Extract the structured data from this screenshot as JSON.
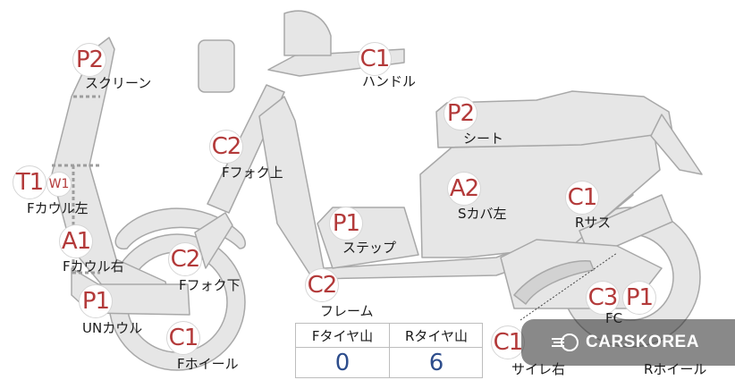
{
  "parts": [
    {
      "id": "screen",
      "grade": "P2",
      "label": "スクリーン"
    },
    {
      "id": "handle",
      "grade": "C1",
      "label": "ハンドル"
    },
    {
      "id": "seat",
      "grade": "P2",
      "label": "シート"
    },
    {
      "id": "fork-upper",
      "grade": "C2",
      "label": "Fフォク上"
    },
    {
      "id": "cowl-left",
      "grade": "T1",
      "label": "Fカウル左",
      "extra": "W1"
    },
    {
      "id": "side-cover-left",
      "grade": "A2",
      "label": "Sカバ左"
    },
    {
      "id": "rear-suspension",
      "grade": "C1",
      "label": "Rサス"
    },
    {
      "id": "cowl-right",
      "grade": "A1",
      "label": "Fカウル右"
    },
    {
      "id": "step",
      "grade": "P1",
      "label": "ステップ"
    },
    {
      "id": "fork-lower",
      "grade": "C2",
      "label": "Fフォク下"
    },
    {
      "id": "frame",
      "grade": "C2",
      "label": "フレーム"
    },
    {
      "id": "under-cowl",
      "grade": "P1",
      "label": "UNカウル"
    },
    {
      "id": "fc",
      "grade": "C3",
      "label": "FC"
    },
    {
      "id": "rear-wheel",
      "grade": "P1",
      "label": "Rホイール"
    },
    {
      "id": "front-wheel",
      "grade": "C1",
      "label": "Fホイール"
    },
    {
      "id": "muffler-right",
      "grade": "C1",
      "label": "サイレ右"
    }
  ],
  "tire_table": {
    "front": {
      "header": "Fタイヤ山",
      "value": "0"
    },
    "rear": {
      "header": "Rタイヤ山",
      "value": "6"
    }
  },
  "watermark": {
    "text": "CARSKOREA"
  },
  "colors": {
    "part_fill": "#e6e6e6",
    "part_stroke": "#a8a8a8",
    "grade_text": "#b33a3a",
    "tire_value": "#2d4d8c"
  }
}
